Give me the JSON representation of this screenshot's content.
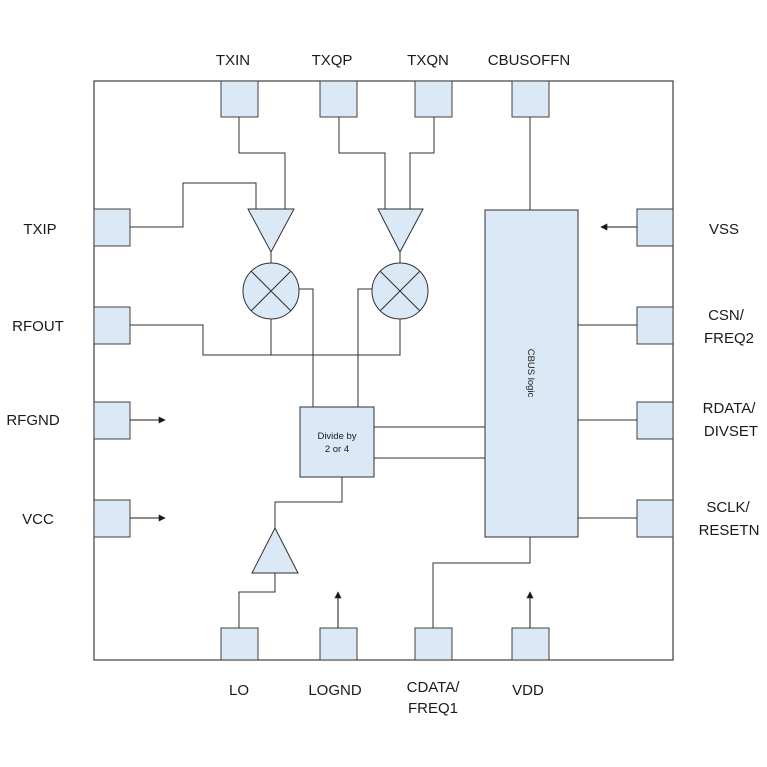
{
  "pins": {
    "top": [
      "TXIN",
      "TXQP",
      "TXQN",
      "CBUSOFFN"
    ],
    "left": [
      "TXIP",
      "RFOUT",
      "RFGND",
      "VCC"
    ],
    "right": [
      [
        "VSS"
      ],
      [
        "CSN/",
        "FREQ2"
      ],
      [
        "RDATA/",
        "DIVSET"
      ],
      [
        "SCLK/",
        "RESETN"
      ]
    ],
    "bottom": [
      [
        "LO"
      ],
      [
        "LOGND"
      ],
      [
        "CDATA/",
        "FREQ1"
      ],
      [
        "VDD"
      ]
    ]
  },
  "blocks": {
    "cbus": "CBUS logic",
    "divider": [
      "Divide by",
      "2 or 4"
    ]
  },
  "colors": {
    "fill": "#dbe9f7",
    "stroke": "#303030"
  }
}
